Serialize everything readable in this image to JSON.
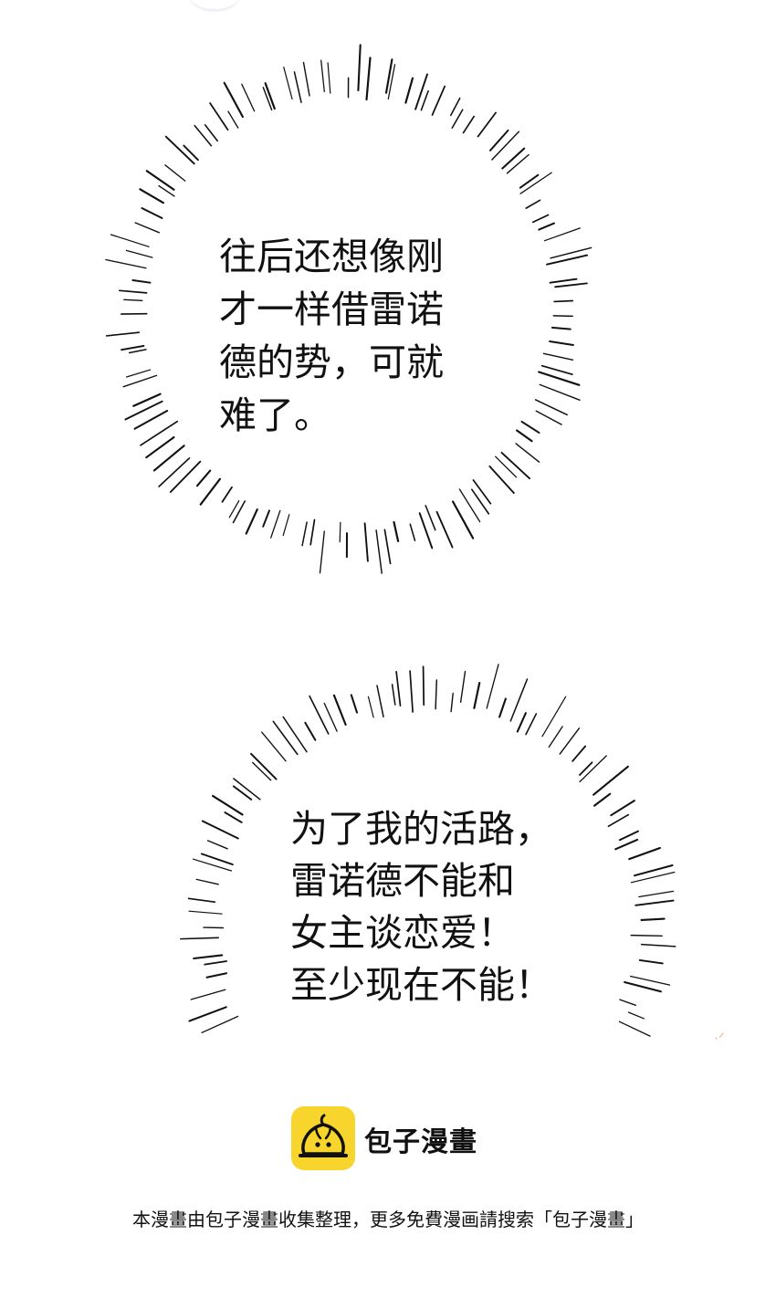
{
  "panels": [
    {
      "lines": [
        "往后还想像刚",
        "才一样借雷诺",
        "德的势，可就",
        "难了。"
      ]
    },
    {
      "lines": [
        "为了我的活路，",
        "雷诺德不能和",
        "女主谈恋爱！",
        "至少现在不能！"
      ]
    }
  ],
  "footer": {
    "logo_icon": "steamed-bun-icon",
    "brand_name": "包子漫畫",
    "notice": "本漫畫由包子漫畫收集整理，更多免費漫画請搜索「包子漫畫」"
  },
  "colors": {
    "background": "#ffffff",
    "text": "#111111",
    "logo_bg": "#f8d52c",
    "burst_lines": "#111111"
  }
}
